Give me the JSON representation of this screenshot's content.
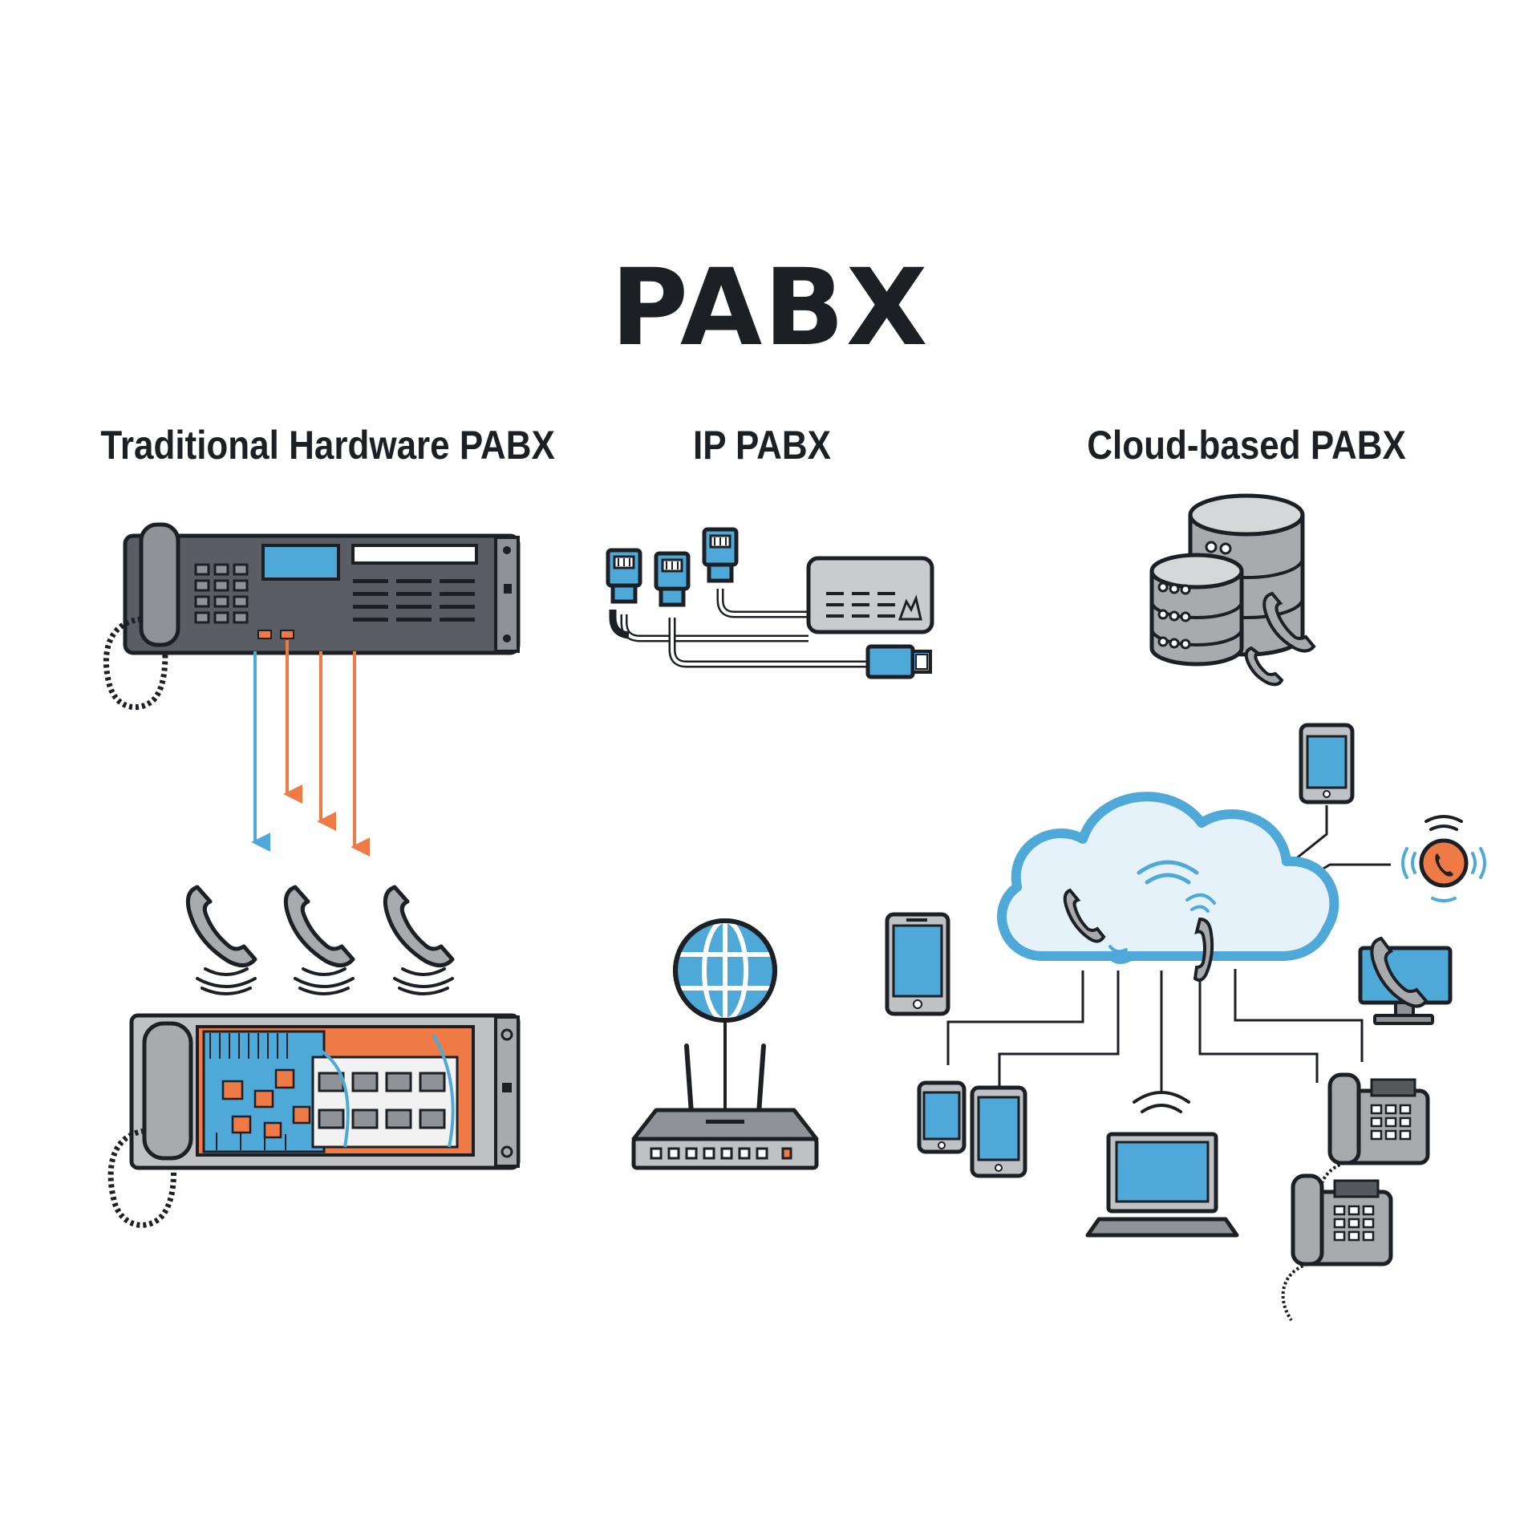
{
  "title": "PABX",
  "columns": [
    {
      "label": "Traditional Hardware PABX"
    },
    {
      "label": "IP PABX"
    },
    {
      "label": "Cloud-based PABX"
    }
  ],
  "colors": {
    "ink": "#1c2024",
    "blue": "#4fa9d8",
    "orange": "#ee7a46",
    "gray": "#a8aaad",
    "dark_gray": "#55595e",
    "light_blue": "#e6f2fa"
  },
  "icons": [
    "desk-phone-icon",
    "pabx-unit-icon",
    "handset-icon",
    "call-signal-icon",
    "ethernet-plug-icon",
    "ip-gateway-icon",
    "globe-icon",
    "router-icon",
    "database-icon",
    "cloud-icon",
    "smartphone-icon",
    "tablet-icon",
    "laptop-icon",
    "monitor-phone-icon",
    "alert-phone-icon"
  ]
}
